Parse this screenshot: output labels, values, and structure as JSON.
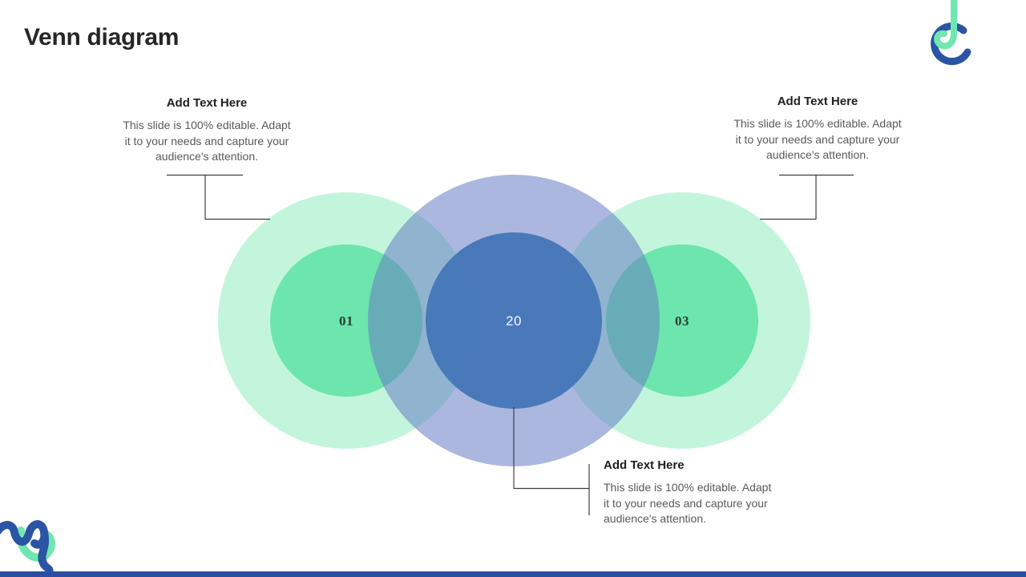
{
  "slide_title": "Venn diagram",
  "text_blocks": {
    "top_left": {
      "heading": "Add Text Here",
      "lines": [
        "This slide is 100% editable. Adapt",
        "it to your needs and capture your",
        "audience's attention."
      ]
    },
    "top_right": {
      "heading": "Add Text Here",
      "lines": [
        "This slide is 100% editable. Adapt",
        "it to your needs and capture your",
        "audience's attention."
      ]
    },
    "bottom": {
      "heading": "Add Text Here",
      "lines": [
        "This slide is 100% editable. Adapt",
        "it to your needs and capture your",
        "audience's attention."
      ]
    }
  },
  "venn": {
    "left_label": "01",
    "center_label": "20",
    "right_label": "03",
    "colors": {
      "green_fill": "#70E7AE",
      "green_solid": "#6CE6AC",
      "blue_big_fill": "#667CC2",
      "blue_center": "#4577B8",
      "connector": "#3f3f3f"
    }
  },
  "brand": {
    "green": "#6FE7AE",
    "blue": "#2B54A4",
    "footer_bar": "#2B4EA2"
  }
}
